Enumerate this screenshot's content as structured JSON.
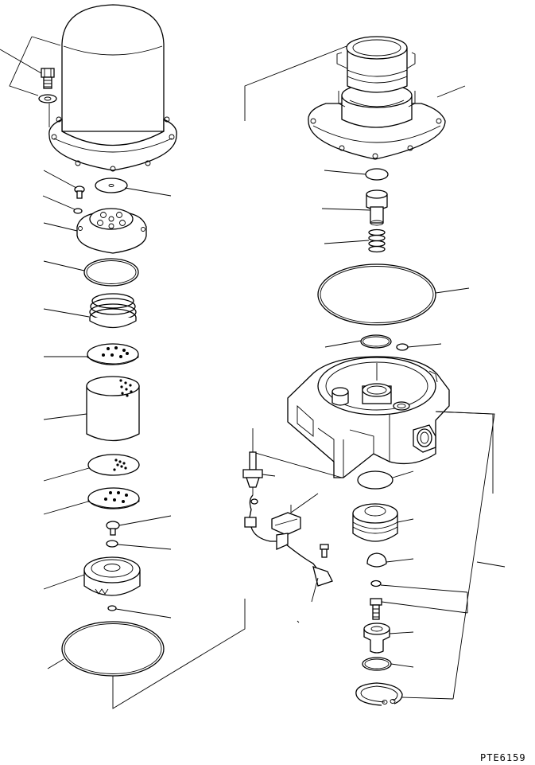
{
  "diagram": {
    "drawing_code": "PTE6159",
    "left_stack_parts": [
      "bolt",
      "washer",
      "filter-cover",
      "screw",
      "lock-washer",
      "plate",
      "filter-housing",
      "o-ring",
      "spring",
      "perforated-plate",
      "filter-element",
      "filter-disc",
      "perforated-plate",
      "screw",
      "snap-ring",
      "base-cap",
      "small-ring",
      "seal-ring"
    ],
    "right_stack_parts": [
      "upper-housing",
      "disc",
      "piston",
      "spring",
      "o-ring",
      "o-ring",
      "small-ring",
      "valve-body",
      "disc",
      "sensor-switch",
      "connector",
      "bolt",
      "piston",
      "valve-cap",
      "snap-ring",
      "bolt",
      "sleeve",
      "o-ring",
      "snap-ring"
    ]
  }
}
